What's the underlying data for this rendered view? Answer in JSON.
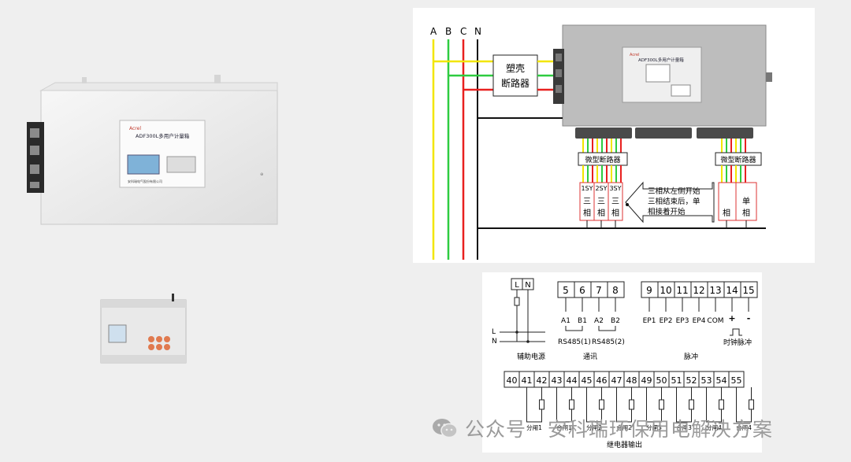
{
  "product_box": {
    "brand": "Acrel",
    "model": "ADF300L多用户计量箱",
    "company": "安科瑞电气股份有限公司"
  },
  "wiring": {
    "phases": [
      "A",
      "B",
      "C",
      "N"
    ],
    "breaker_main": [
      "塑壳",
      "断路器"
    ],
    "device_title": "ADF300L多用户计量箱",
    "device_brand": "Acrel",
    "mini_breaker": "微型断路器",
    "left_units": [
      "1SY",
      "2SY",
      "3SY"
    ],
    "right_units": [
      "",
      ""
    ],
    "three_phase": [
      "三",
      "相"
    ],
    "single_phase": [
      "单",
      "相"
    ],
    "phase_right_partial": "相",
    "note": [
      "三相从左侧开始",
      "三相结束后，单",
      "相接着开始"
    ],
    "colors": {
      "A": "#f2e600",
      "B": "#2ecc40",
      "C": "#e8201f",
      "N": "#111111"
    }
  },
  "terminals": {
    "ln": [
      "L",
      "N"
    ],
    "ln_side": [
      "L",
      "N"
    ],
    "top_numbers_comm": [
      "5",
      "6",
      "7",
      "8"
    ],
    "comm_labels": [
      "A1",
      "B1",
      "A2",
      "B2"
    ],
    "rs485": [
      "RS485(1)",
      "RS485(2)"
    ],
    "top_numbers_pulse": [
      "9",
      "10",
      "11",
      "12",
      "13",
      "14",
      "15"
    ],
    "pulse_labels": [
      "EP1",
      "EP2",
      "EP3",
      "EP4",
      "COM",
      "+",
      "-"
    ],
    "clock_pulse": "时钟脉冲",
    "section_aux": "辅助电源",
    "section_comm": "通讯",
    "section_pulse": "脉冲",
    "bottom_numbers": [
      "40",
      "41",
      "42",
      "43",
      "44",
      "45",
      "46",
      "47",
      "48",
      "49",
      "50",
      "51",
      "52",
      "53",
      "54",
      "55"
    ],
    "relay_labels": [
      "分闸1",
      "合闸1",
      "分闸2",
      "合闸2",
      "分闸3",
      "合闸3",
      "分闸4",
      "合闸4"
    ],
    "relay_output": "继电器输出"
  },
  "watermark": "公众号 · 安科瑞环保用电解决方案"
}
